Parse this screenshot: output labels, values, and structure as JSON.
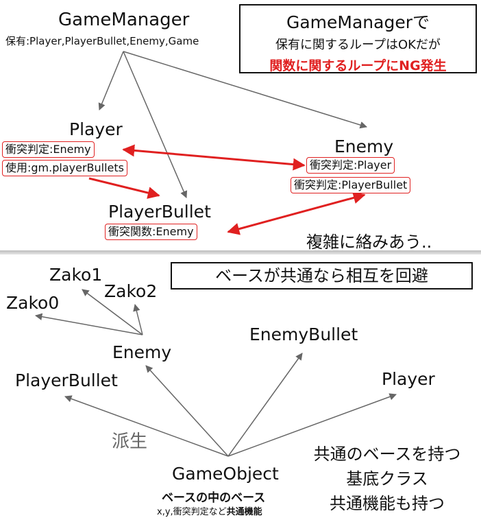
{
  "top": {
    "game_manager": {
      "title": "GameManager",
      "holds": "保有:Player,PlayerBullet,Enemy,Game"
    },
    "callout": {
      "line1": "GameManagerで",
      "line2": "保有に関するループはOKだが",
      "line3": "関数に関するループにNG発生"
    },
    "player": {
      "title": "Player",
      "collision": "衝突判定:Enemy",
      "uses": "使用:gm.playerBullets"
    },
    "enemy": {
      "title": "Enemy",
      "collision_player": "衝突判定:Player",
      "collision_bullet": "衝突判定:PlayerBullet"
    },
    "player_bullet": {
      "title": "PlayerBullet",
      "collision_func": "衝突関数:Enemy"
    },
    "note": "複雑に絡みあう.."
  },
  "bottom": {
    "callout": "ベースが共通なら相互を回避",
    "zako1": "Zako1",
    "zako2": "Zako2",
    "zako0": "Zako0",
    "enemy": "Enemy",
    "enemy_bullet": "EnemyBullet",
    "player_bullet": "PlayerBullet",
    "player": "Player",
    "derive": "派生",
    "game_object": {
      "title": "GameObject",
      "subtitle": "ベースの中のベース",
      "desc_prefix": "x,y,衝突判定など",
      "desc_bold": "共通機能"
    },
    "note": {
      "line1": "共通のベースを持つ",
      "line2": "基底クラス",
      "line3": "共通機能も持つ"
    }
  },
  "colors": {
    "red": "#e02020",
    "gray_line": "#666666",
    "text": "#111111"
  }
}
